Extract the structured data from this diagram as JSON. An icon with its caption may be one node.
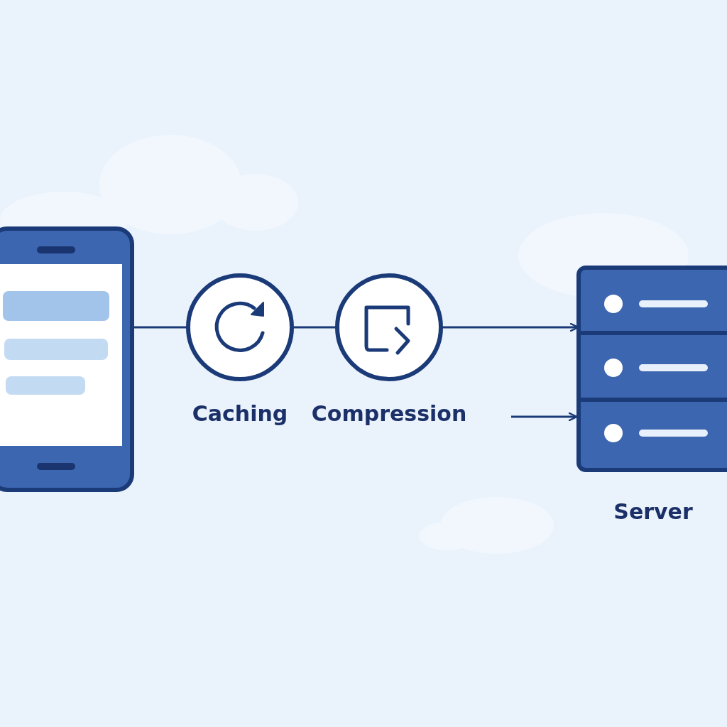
{
  "diagram": {
    "nodes": [
      {
        "text": [],
        "shape": "picture"
      },
      {
        "text": [
          "Caching"
        ]
      },
      {
        "text": [
          "Compression"
        ]
      },
      {
        "text": [
          "Server"
        ]
      }
    ],
    "edges": [
      {
        "from": 0,
        "to": 1,
        "arrow": "none"
      },
      {
        "from": 1,
        "to": 2,
        "arrow": "none"
      },
      {
        "from": 2,
        "to": 3,
        "arrow": "to"
      },
      {
        "from": null,
        "to": 3,
        "arrow": "to"
      }
    ]
  }
}
